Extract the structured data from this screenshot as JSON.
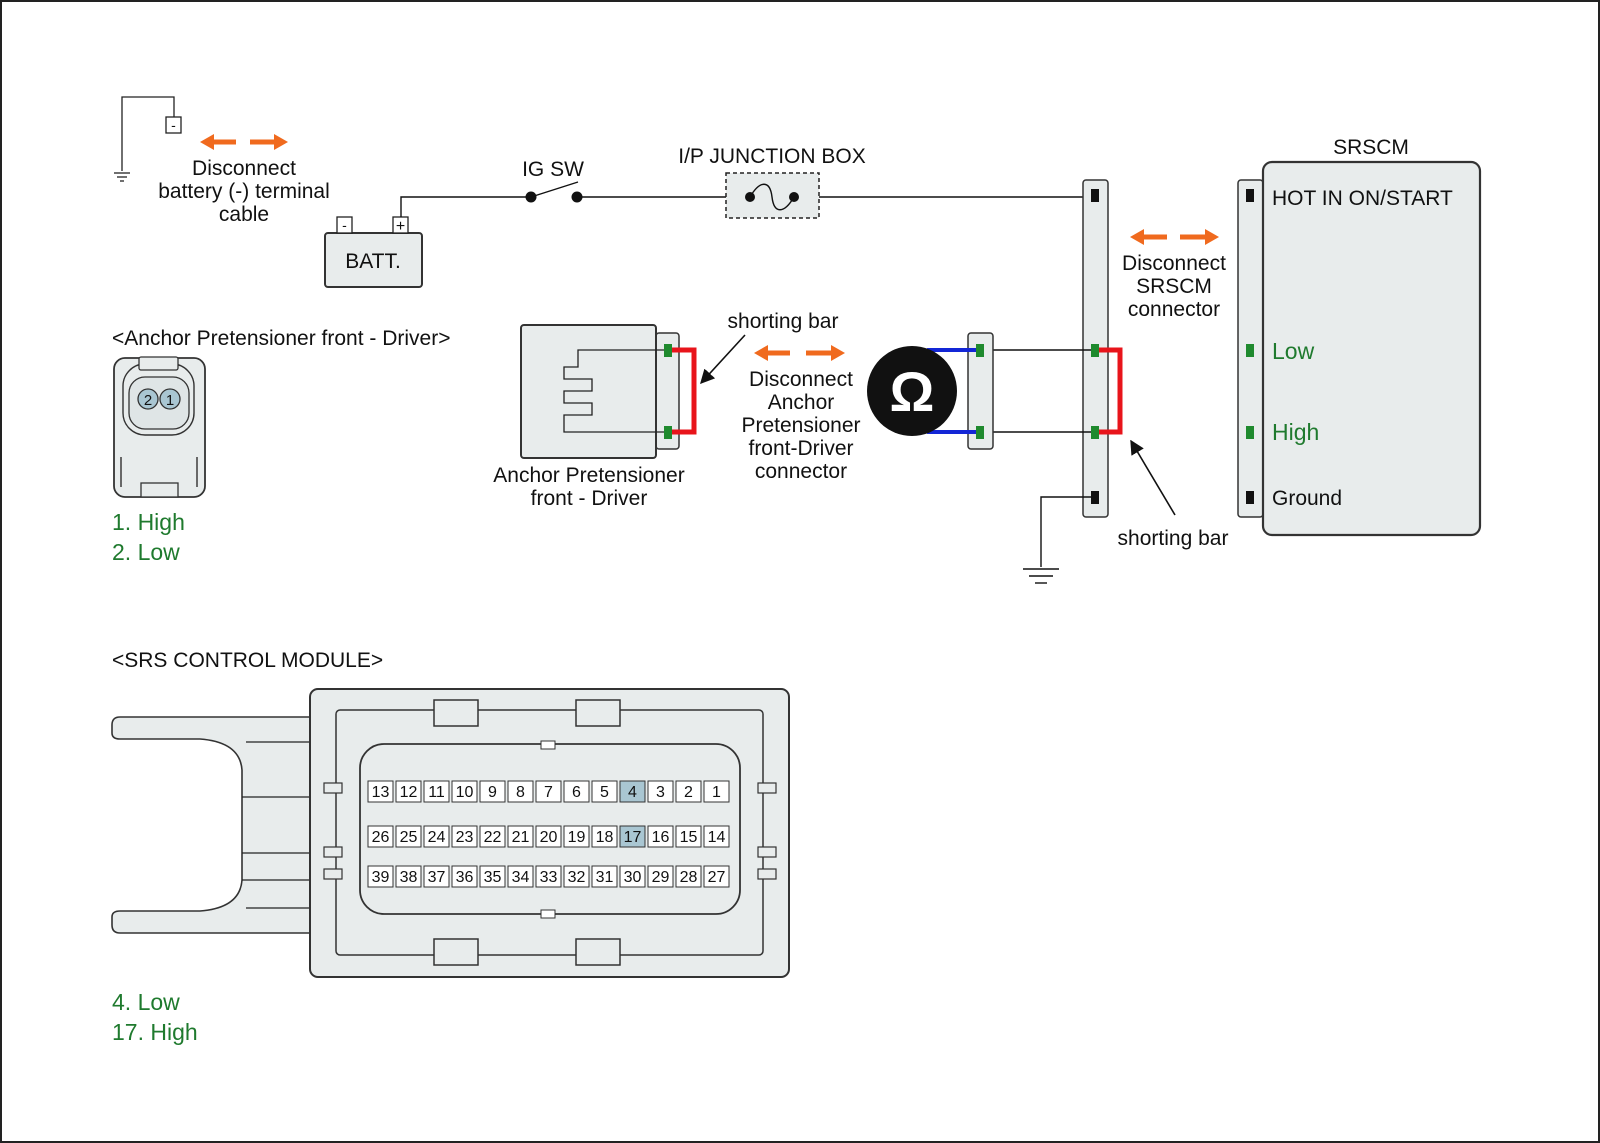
{
  "colors": {
    "accent_orange": "#f06a1e",
    "pin_green": "#1f8a2e",
    "wire_red": "#e8141b",
    "wire_blue": "#1326d6",
    "label_green": "#1f7a2e",
    "highlight_cell": "#a9c6d2",
    "panel_fill": "#e8ecec"
  },
  "top_circuit": {
    "disconnect_battery": [
      "Disconnect",
      "battery (-) terminal",
      "cable"
    ],
    "battery_label": "BATT.",
    "battery_minus": "-",
    "battery_plus": "+",
    "ig_sw": "IG SW",
    "junction_box": "I/P JUNCTION BOX",
    "ground_terminal_symbol": "-"
  },
  "srscm": {
    "title": "SRSCM",
    "hot_in": "HOT IN ON/START",
    "low": "Low",
    "high": "High",
    "ground": "Ground",
    "disconnect": [
      "Disconnect",
      "SRSCM",
      "connector"
    ]
  },
  "pretensioner": {
    "section_title": "<Anchor Pretensioner front - Driver>",
    "component_label": [
      "Anchor Pretensioner",
      "front - Driver"
    ],
    "disconnect": [
      "Disconnect",
      "Anchor",
      "Pretensioner",
      "front-Driver",
      "connector"
    ],
    "pin1": "1",
    "pin2": "2",
    "legend": [
      "1. High",
      "2. Low"
    ]
  },
  "shorting_bar_label": "shorting bar",
  "ohmmeter_symbol": "Ω",
  "control_module": {
    "section_title": "<SRS CONTROL MODULE>",
    "row1": [
      "13",
      "12",
      "11",
      "10",
      "9",
      "8",
      "7",
      "6",
      "5",
      "4",
      "3",
      "2",
      "1"
    ],
    "row2": [
      "26",
      "25",
      "24",
      "23",
      "22",
      "21",
      "20",
      "19",
      "18",
      "17",
      "16",
      "15",
      "14"
    ],
    "row3": [
      "39",
      "38",
      "37",
      "36",
      "35",
      "34",
      "33",
      "32",
      "31",
      "30",
      "29",
      "28",
      "27"
    ],
    "highlighted": [
      "4",
      "17"
    ],
    "legend": [
      "4. Low",
      "17. High"
    ]
  }
}
